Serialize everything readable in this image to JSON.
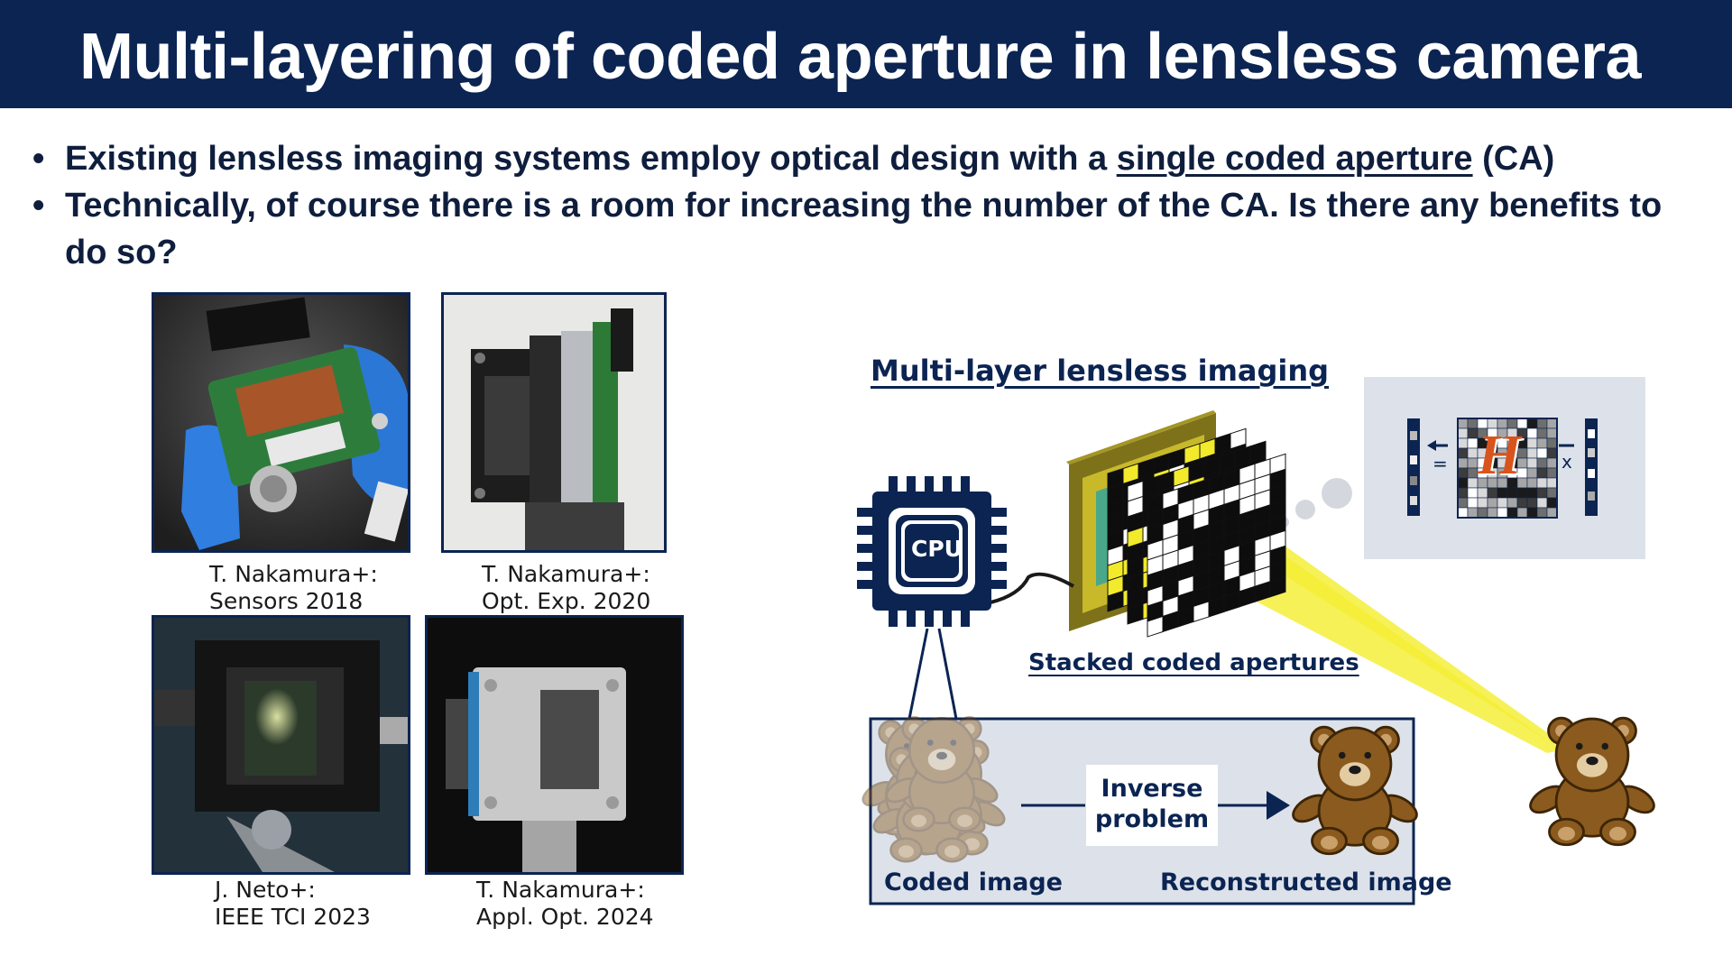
{
  "slide": {
    "title": "Multi-layering of coded aperture in lensless camera",
    "bullet_marker": "•",
    "bullets": [
      {
        "pre": "Existing lensless imaging systems employ optical design with a ",
        "underlined": "single coded aperture",
        "post": " (CA)"
      },
      {
        "line1": "Technically, of course there is a room for increasing the number of the CA. Is there any benefits to",
        "line2": "do so?"
      }
    ]
  },
  "photos": [
    {
      "caption_line1": "T. Nakamura+:",
      "caption_line2": "Sensors 2018"
    },
    {
      "caption_line1": "T. Nakamura+:",
      "caption_line2": "Opt. Exp. 2020"
    },
    {
      "caption_line1": "J. Neto+:",
      "caption_line2": "IEEE TCI 2023"
    },
    {
      "caption_line1": "T. Nakamura+:",
      "caption_line2": "Appl. Opt. 2024"
    }
  ],
  "diagram": {
    "title": "Multi-layer lensless imaging",
    "cpu_label": "CPU",
    "stacked_label": "Stacked coded apertures",
    "matrix_symbol": "H",
    "equals_symbol": "=",
    "times_symbol": "x",
    "inverse_problem_line1": "Inverse",
    "inverse_problem_line2": "problem",
    "coded_image_label": "Coded image",
    "reconstructed_image_label": "Reconstructed image"
  },
  "colors": {
    "navy": "#0b2452",
    "white": "#ffffff",
    "panel_gray": "#dde2ea",
    "light_yellow": "#f5ee3a",
    "sensor_olive": "#8b7d1e",
    "bear_brown": "#8a5a1e",
    "matrix_red": "#d9541c"
  }
}
